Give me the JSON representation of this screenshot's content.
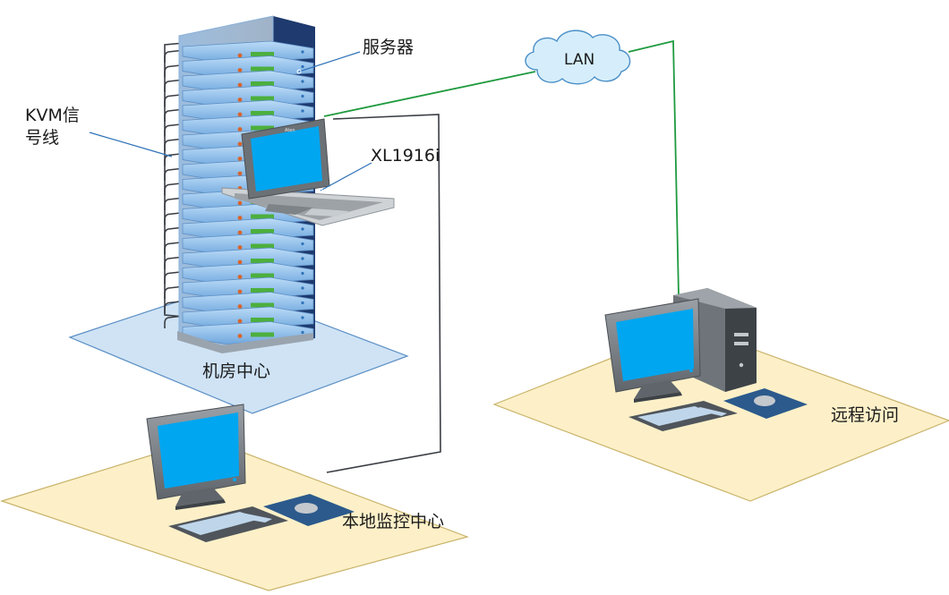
{
  "labels": {
    "server": "服务器",
    "kvm_line1": "KVM信",
    "kvm_line2": "号线",
    "xl": "XL1916i",
    "lan": "LAN",
    "room": "机房中心",
    "remote": "远程访问",
    "local": "本地监控中心",
    "console_brand": "Aten"
  },
  "colors": {
    "floor_room": "#cfe3f5",
    "floor_pc": "#fdf0c8",
    "floor_border_room": "#5b8fc4",
    "floor_border_pc": "#c9b36a",
    "lan_line": "#1f9a3f",
    "kvm_cable": "#3a3d44",
    "screen": "#00a6f0",
    "cloud": "#d6eefb",
    "rack_unit": "#7fb3e6",
    "led_green": "#4caf3d",
    "led_orange": "#d9642a"
  },
  "icons": [
    "server-rack-icon",
    "kvm-console-icon",
    "cloud-icon",
    "monitor-icon",
    "tower-pc-icon",
    "keyboard-icon",
    "mouse-icon"
  ]
}
